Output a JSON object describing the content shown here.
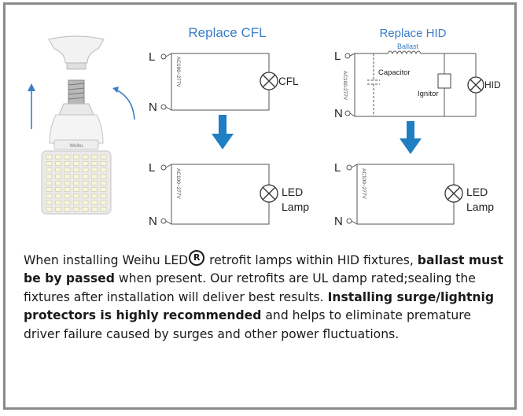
{
  "panels": {
    "cfl": {
      "title": "Replace CFL",
      "terminal_l": "L",
      "terminal_n": "N",
      "voltage": "AC100~277V",
      "lamp": "CFL"
    },
    "hid": {
      "title": "Replace HID",
      "terminal_l": "L",
      "terminal_n": "N",
      "voltage": "AC100-277V",
      "ballast": "Ballast",
      "capacitor": "Capacitor",
      "ignitor": "Ignitor",
      "lamp": "HID"
    },
    "led_left": {
      "terminal_l": "L",
      "terminal_n": "N",
      "voltage": "AC100~277V",
      "lamp_line1": "LED",
      "lamp_line2": "Lamp"
    },
    "led_right": {
      "terminal_l": "L",
      "terminal_n": "N",
      "voltage": "AC100~277V",
      "lamp_line1": "LED",
      "lamp_line2": "Lamp"
    }
  },
  "product_label": "Weihu",
  "caption": {
    "part1": "When installing Weihu LED",
    "reg_mark": "R",
    "part2": " retrofit lamps within HID fixtures, ",
    "bold1": "ballast must be by passed",
    "part3": " when present. Our retrofits are UL damp rated;sealing the fixtures after installation will deliver best results. ",
    "bold2": "Installing surge/lightnig protectors is highly recommended",
    "part4": " and helps to eliminate premature driver failure caused by surges and other power fluctuations."
  },
  "colors": {
    "title_blue": "#3a7ec8",
    "arrow_blue": "#1f7fc2",
    "frame_gray": "#8a8a8a"
  }
}
